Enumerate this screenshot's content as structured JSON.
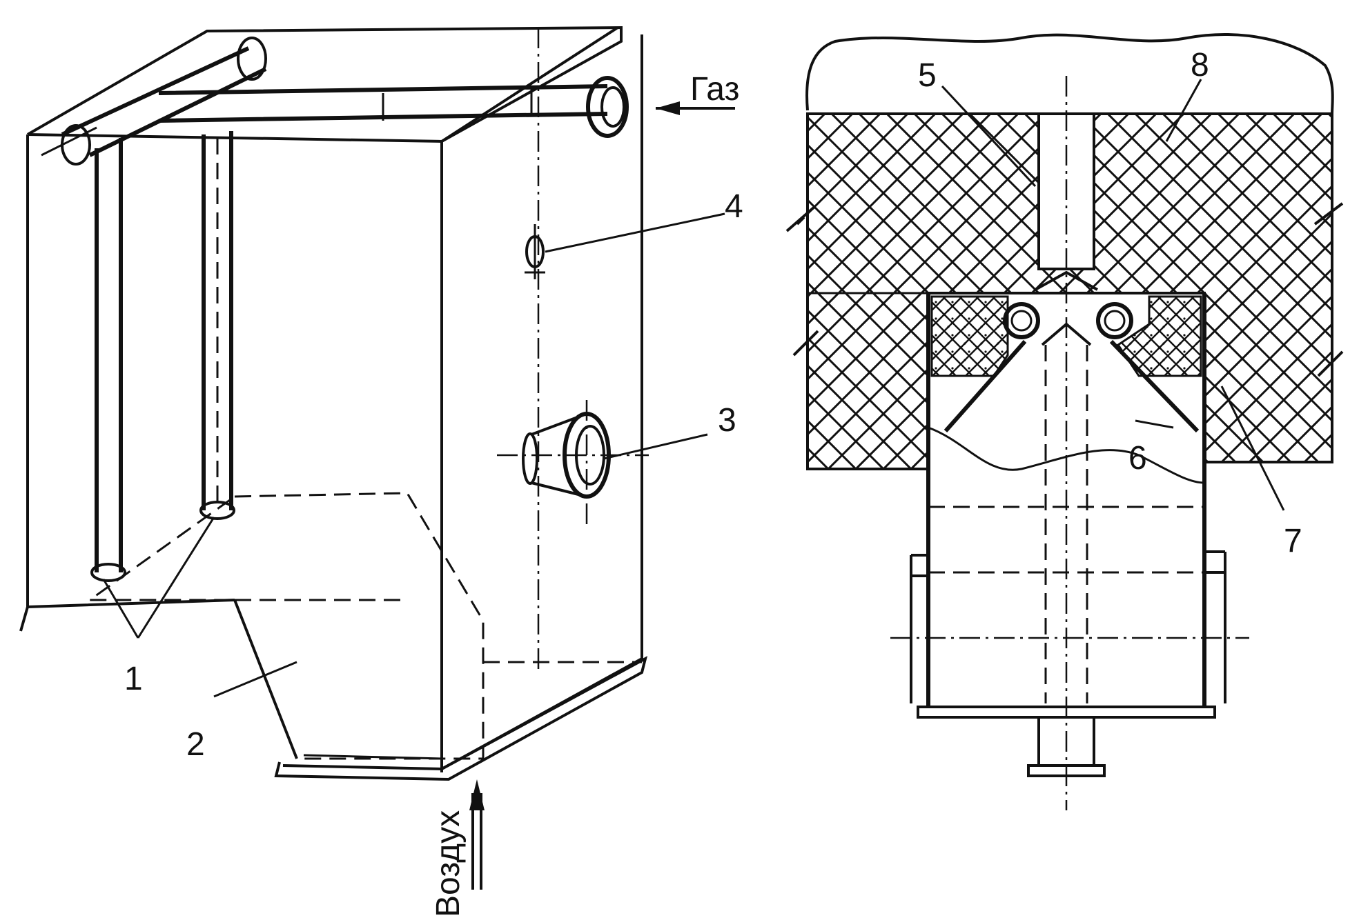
{
  "left_view": {
    "flow_gas": "Газ",
    "flow_air": "Воздух",
    "callouts": [
      "1",
      "2",
      "3",
      "4"
    ]
  },
  "right_view": {
    "callouts": [
      "5",
      "6",
      "7",
      "8"
    ]
  }
}
